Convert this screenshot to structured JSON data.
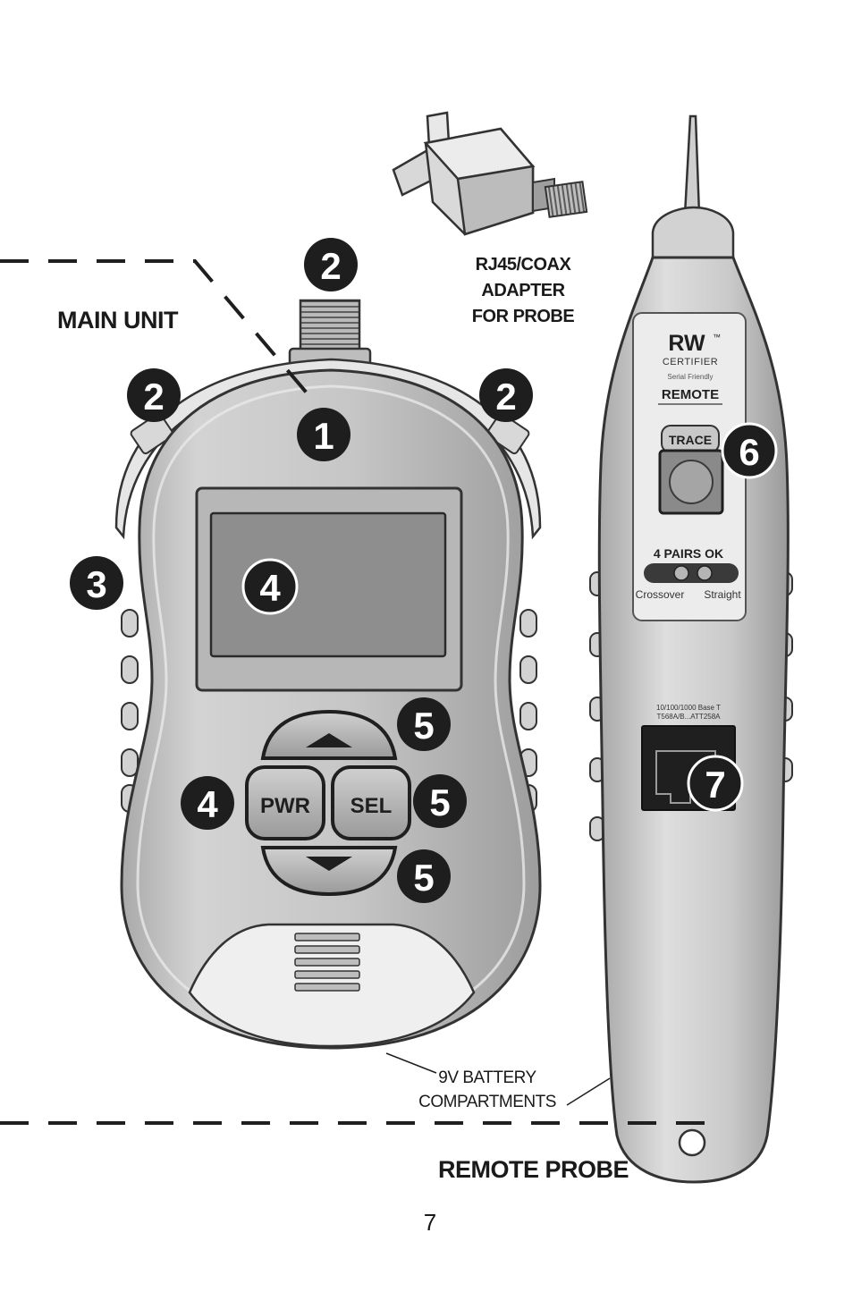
{
  "labels": {
    "main_unit": "MAIN UNIT",
    "adapter": [
      "RJ45/COAX",
      "ADAPTER",
      "FOR PROBE"
    ],
    "remote_probe": "REMOTE PROBE",
    "battery": [
      "9V BATTERY",
      "COMPARTMENTS"
    ],
    "page_number": "7"
  },
  "main_unit": {
    "buttons": {
      "power": "PWR",
      "select": "SEL"
    }
  },
  "probe": {
    "brand": "RW",
    "brand_sup": "™",
    "model": "CERTIFIER",
    "small_text": "Serial Friendly",
    "remote": "REMOTE",
    "trace": "TRACE",
    "pairs_ok": "4 PAIRS OK",
    "crossover": "Crossover",
    "straight": "Straight",
    "port_text": [
      "10/100/1000 Base T",
      "T568A/B...ATT258A"
    ]
  },
  "callouts": {
    "c1": "1",
    "c2": "2",
    "c3": "3",
    "c4": "4",
    "c5": "5",
    "c6": "6",
    "c7": "7"
  },
  "colors": {
    "housing": "#c9c9c9",
    "screen": "#8e8e8e",
    "callout": "#1e1e1e"
  }
}
